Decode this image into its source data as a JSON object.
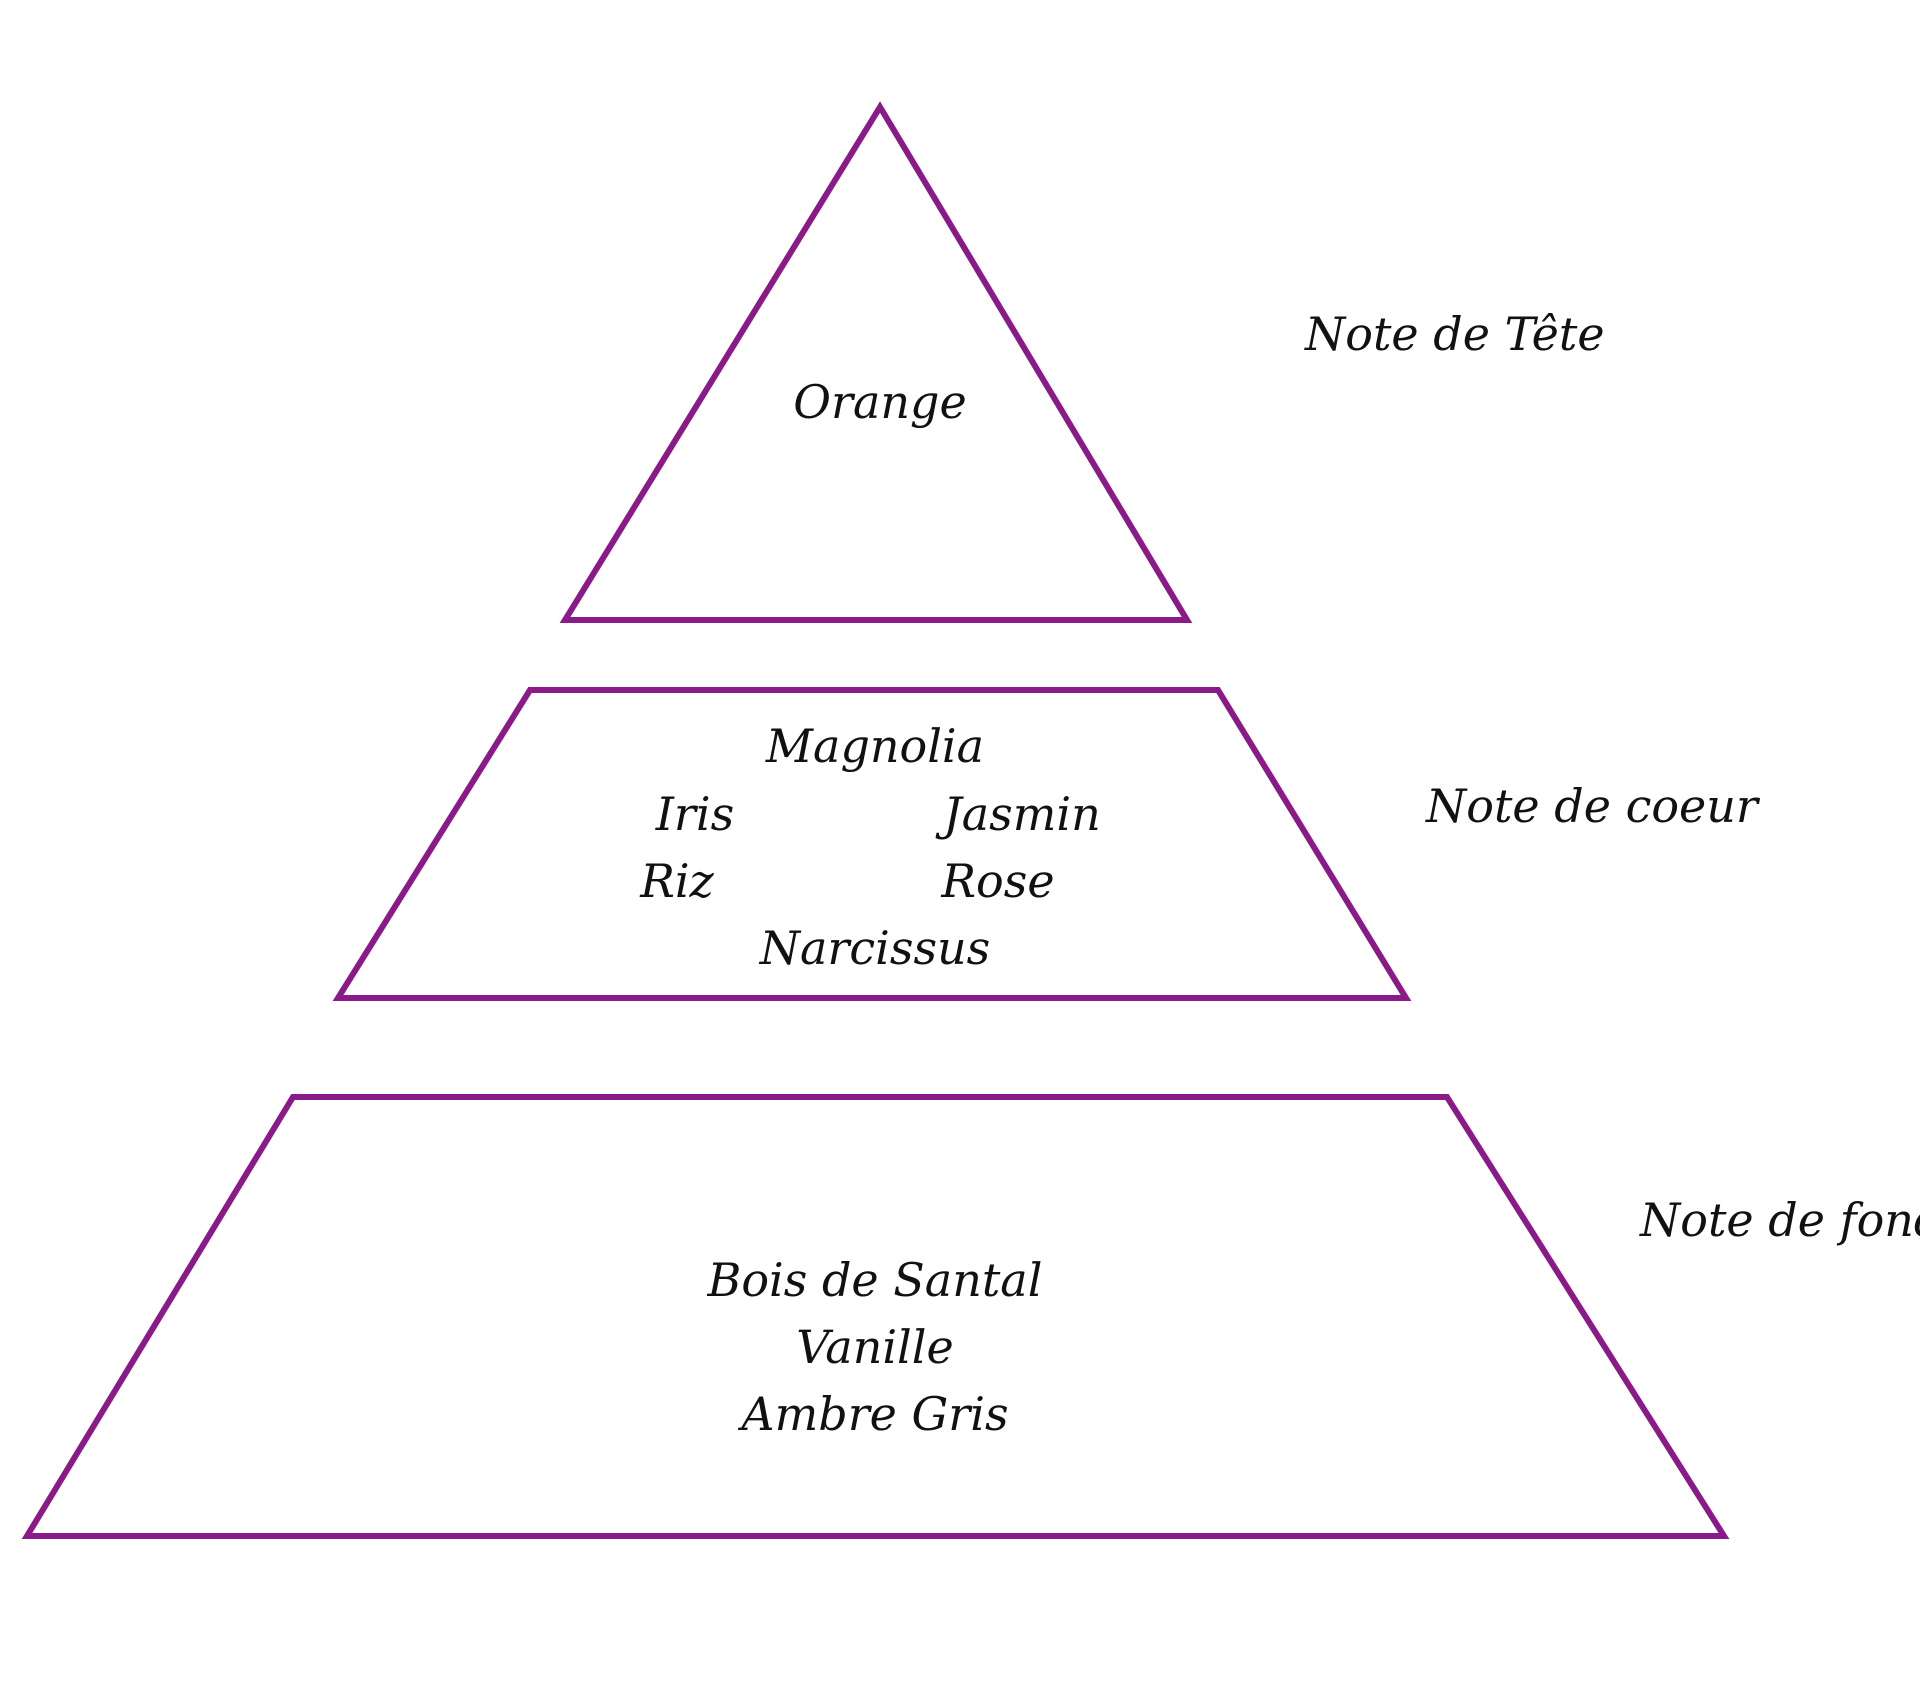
{
  "colors": {
    "outline": "#8b1a89",
    "text": "#111111",
    "background": "#ffffff"
  },
  "tiers": [
    {
      "label": "Note de Tête",
      "notes": [
        "Orange"
      ]
    },
    {
      "label": "Note de coeur",
      "notes": [
        "Magnolia",
        "Iris",
        "Jasmin",
        "Riz",
        "Rose",
        "Narcissus"
      ]
    },
    {
      "label": "Note de fond",
      "notes": [
        "Bois de Santal",
        "Vanille",
        "Ambre Gris"
      ]
    }
  ]
}
